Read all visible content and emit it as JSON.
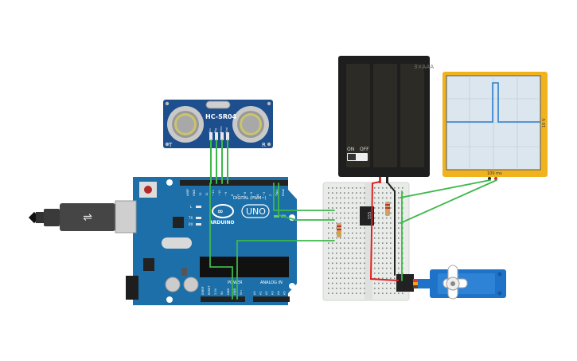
{
  "sensor": {
    "model": "HC-SR04",
    "left_mark": "T",
    "right_mark": "R",
    "pins": [
      "Vcc",
      "Trig",
      "Echo",
      "Gnd"
    ]
  },
  "arduino": {
    "brand": "ARDUINO",
    "model": "UNO",
    "digital_header": "DIGITAL (PWM~)",
    "power_header": "POWER",
    "analog_header": "ANALOG IN",
    "top_pins": [
      "AREF",
      "GND",
      "13",
      "12",
      "~11",
      "~10",
      "~9",
      "8",
      "7",
      "~6",
      "~5",
      "4",
      "~3",
      "2",
      "TX▸1",
      "RX◂0"
    ],
    "bottom_pins_power": [
      "IOREF",
      "RESET",
      "3.3V",
      "5V",
      "GND",
      "GND",
      "Vin"
    ],
    "bottom_pins_analog": [
      "A0",
      "A1",
      "A2",
      "A3",
      "A4",
      "A5"
    ],
    "led_labels": [
      "L",
      "TX",
      "RX"
    ],
    "on_label": "ON"
  },
  "battery": {
    "label": "3×AAA",
    "switch_on": "ON",
    "switch_off": "OFF"
  },
  "oscilloscope": {
    "time_label": "100 ms",
    "volt_label": "10 V"
  },
  "ic": {
    "label": "555"
  },
  "colors": {
    "board": "#1c6fa8",
    "wire_green": "#3db84a",
    "wire_red": "#e02020",
    "scope_frame": "#f0b21d",
    "servo": "#1e72c8"
  }
}
